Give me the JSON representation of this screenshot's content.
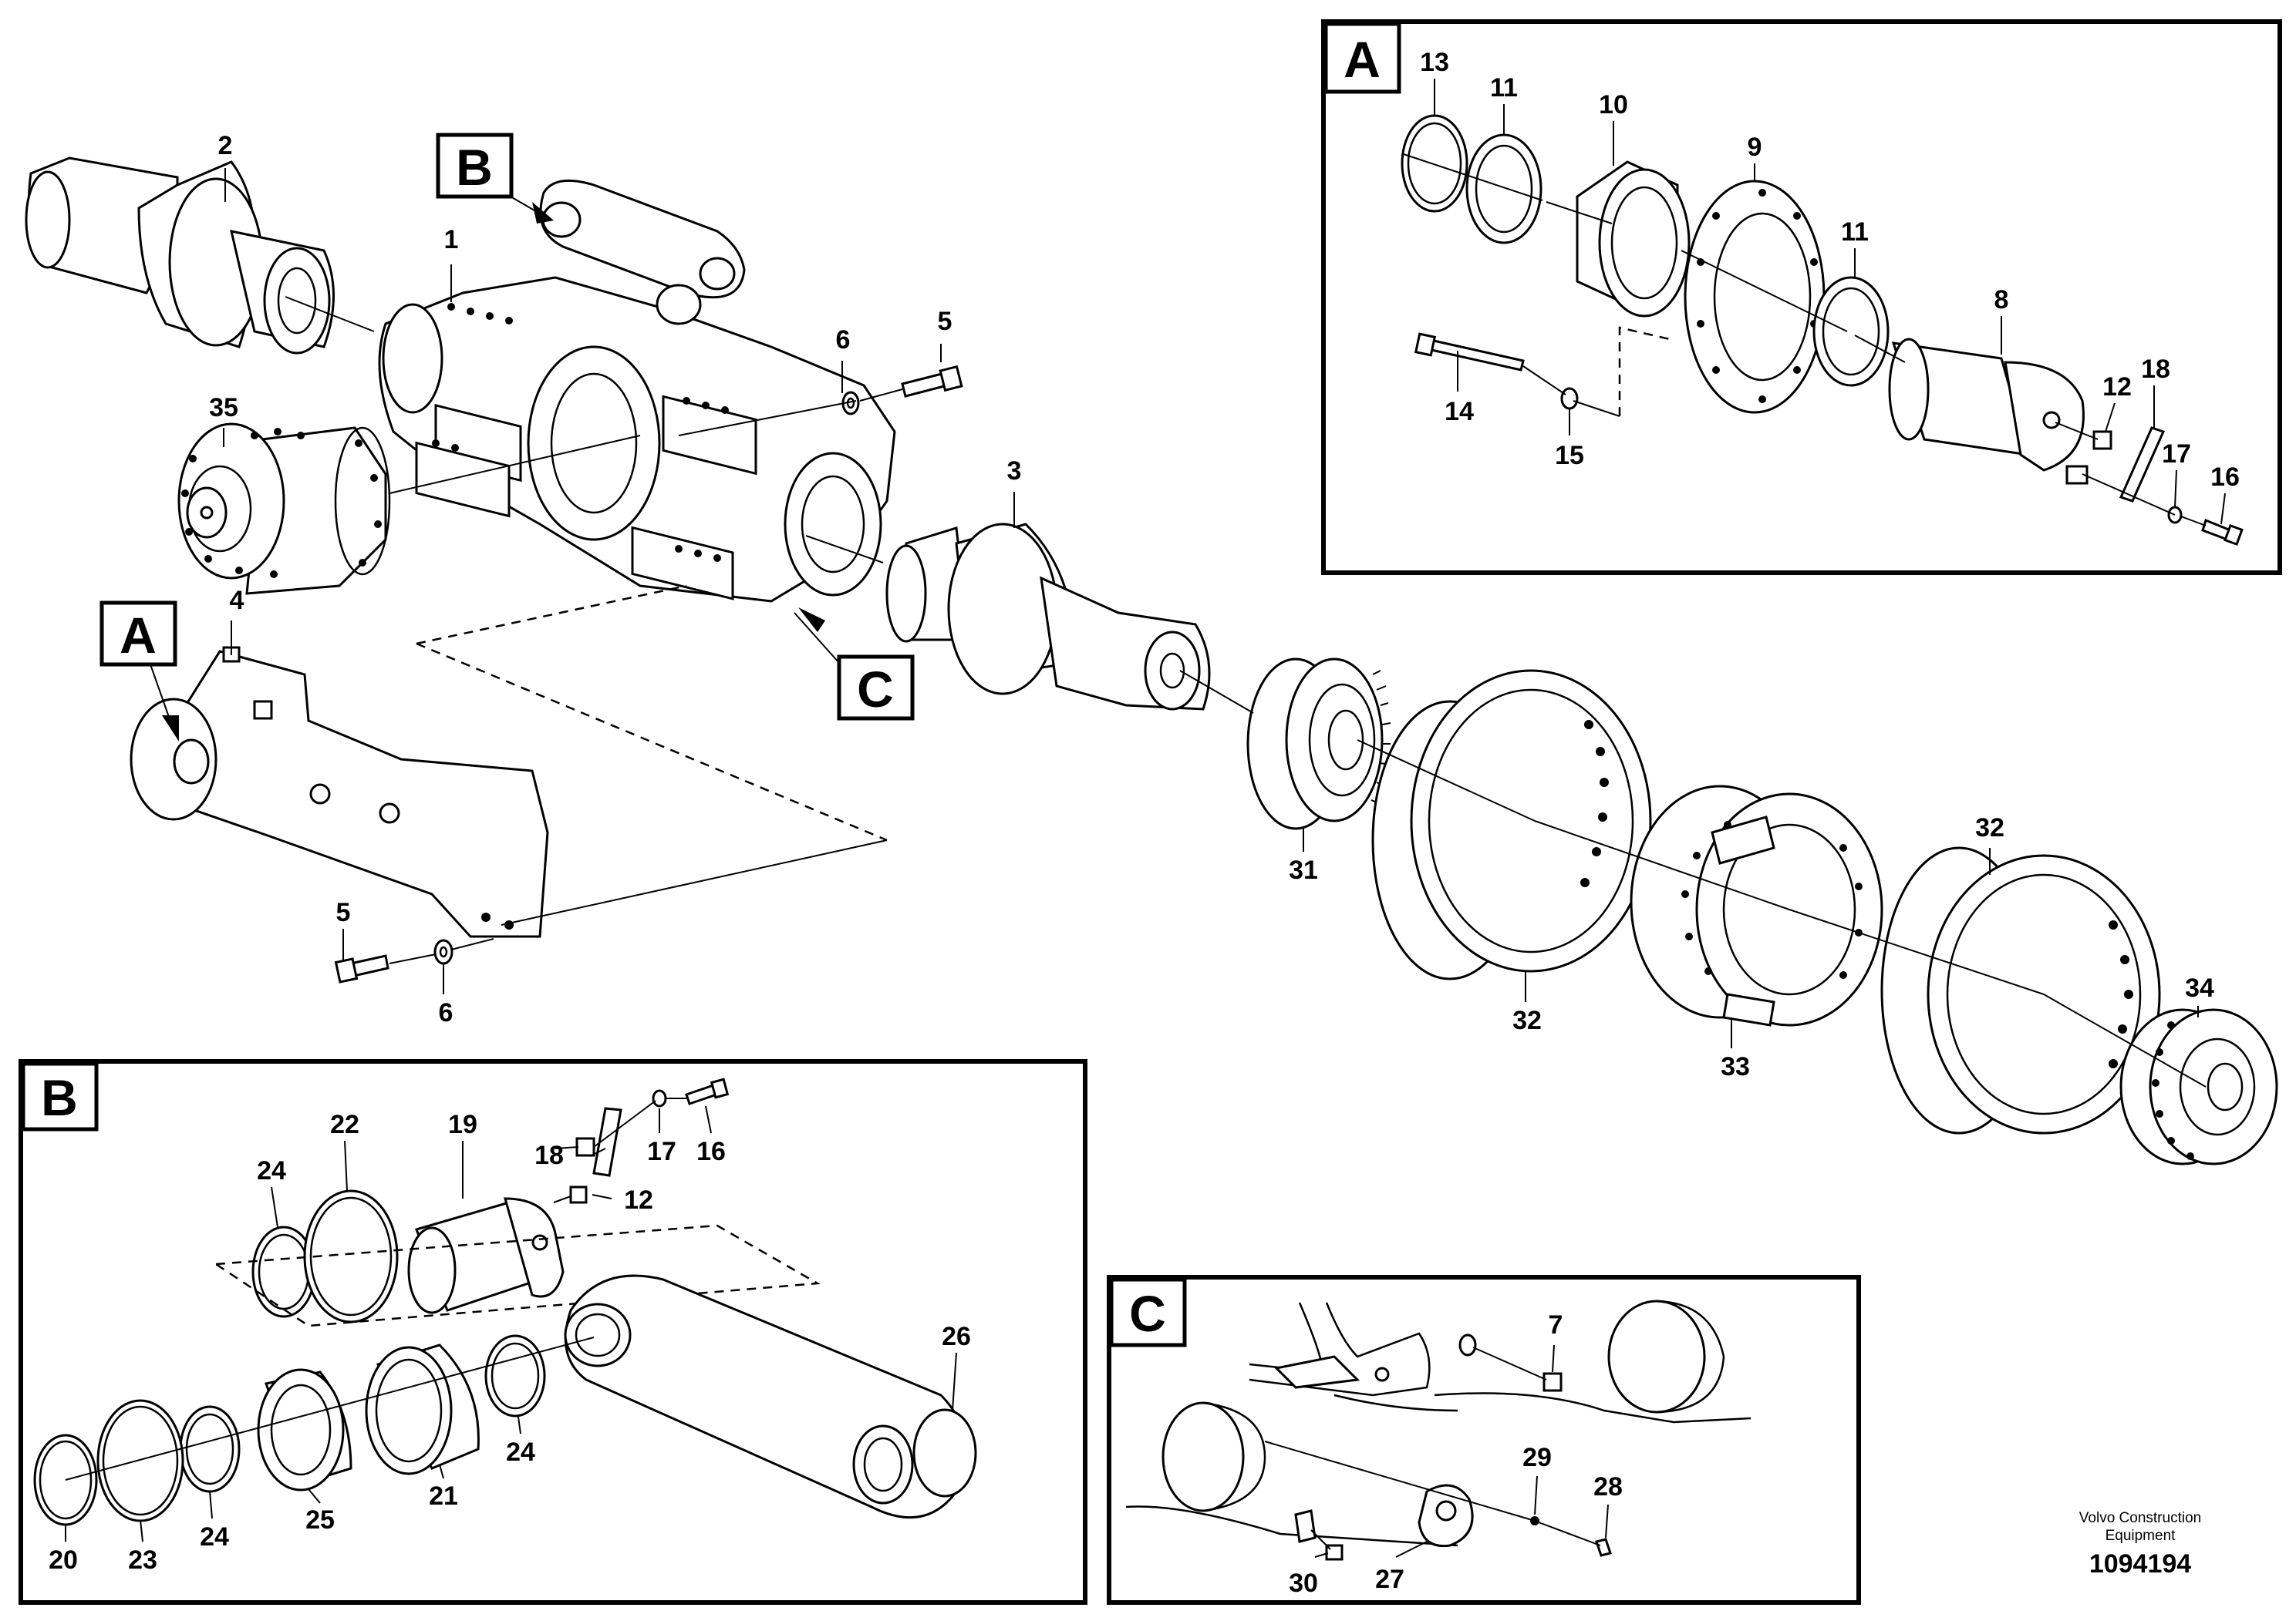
{
  "manufacturer": "Volvo Construction Equipment",
  "manufacturer_lines": [
    "Volvo Construction",
    "Equipment"
  ],
  "drawing_number": "1094194",
  "detail_labels": {
    "A": "A",
    "B": "B",
    "C": "C"
  },
  "callouts": {
    "main": {
      "p1": "1",
      "p2": "2",
      "p3": "3",
      "p4": "4",
      "p5a": "5",
      "p5b": "5",
      "p6a": "6",
      "p6b": "6",
      "p31": "31",
      "p32a": "32",
      "p32b": "32",
      "p33": "33",
      "p34": "34",
      "p35": "35"
    },
    "detail_a": {
      "p8": "8",
      "p9": "9",
      "p10": "10",
      "p11a": "11",
      "p11b": "11",
      "p12": "12",
      "p13": "13",
      "p14": "14",
      "p15": "15",
      "p16": "16",
      "p17": "17",
      "p18": "18"
    },
    "detail_b": {
      "p12": "12",
      "p16": "16",
      "p17": "17",
      "p18": "18",
      "p19": "19",
      "p20": "20",
      "p21": "21",
      "p22": "22",
      "p23": "23",
      "p24a": "24",
      "p24b": "24",
      "p24c": "24",
      "p25": "25",
      "p26": "26"
    },
    "detail_c": {
      "p7": "7",
      "p27": "27",
      "p28": "28",
      "p29": "29",
      "p30": "30"
    }
  },
  "icons": [
    "flange",
    "bushing",
    "seal-ring",
    "retaining-ring",
    "bolt",
    "washer",
    "nut",
    "wheel-rim",
    "gear-hub",
    "link-arm"
  ],
  "line_color": "#000000",
  "background_color": "#ffffff"
}
